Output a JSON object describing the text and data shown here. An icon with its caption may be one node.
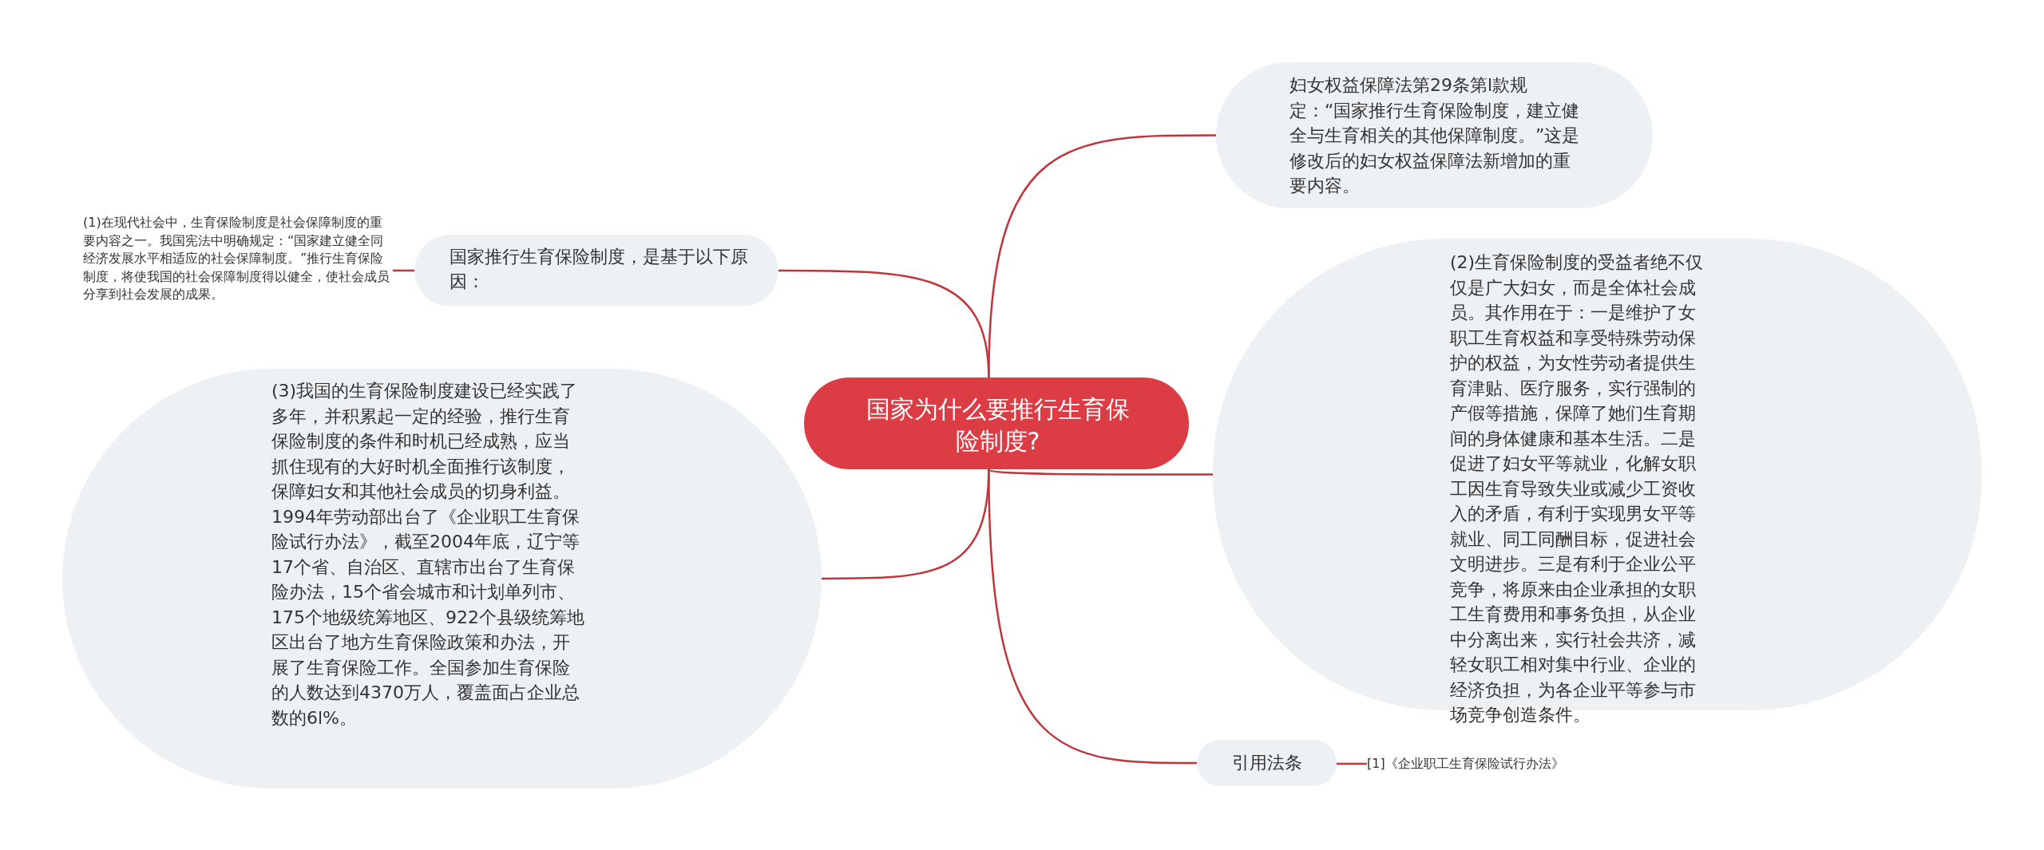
{
  "diagram": {
    "nodes": [
      {
        "text": [
          "国家为什么要推行生育保险制度?"
        ]
      },
      {
        "text": [
          "国家推行生育保险制度，是基于以下原因："
        ]
      },
      {
        "text": [
          "(1)在现代社会中，生育保险制度是社会保障制度的重要内容之一。我国宪法中明确规定：“国家建立健全同经济发展水平相适应的社会保障制度。”推行生育保险制度，将使我国的社会保障制度得以健全，使社会成员分享到社会发展的成果。"
        ]
      },
      {
        "text": [
          "(3)我国的生育保险制度建设已经实践了多年，并积累起一定的经验，推行生育保险制度的条件和时机已经成熟，应当抓住现有的大好时机全面推行该制度，保障妇女和其他社会成员的切身利益。1994年劳动部出台了《企业职工生育保险试行办法》，截至2004年底，辽宁等17个省、自治区、直辖市出台了生育保险办法，15个省会城市和计划单列市、175个地级统筹地区、922个县级统筹地区出台了地方生育保险政策和办法，开展了生育保险工作。全国参加生育保险的人数达到4370万人，覆盖面占企业总数的6l%。"
        ]
      },
      {
        "text": [
          "妇女权益保障法第29条第l款规定：“国家推行生育保险制度，建立健全与生育相关的其他保障制度。”这是修改后的妇女权益保障法新增加的重要内容。"
        ]
      },
      {
        "text": [
          "(2)生育保险制度的受益者绝不仅仅是广大妇女，而是全体社会成员。其作用在于：一是维护了女职工生育权益和享受特殊劳动保护的权益，为女性劳动者提供生育津贴、医疗服务，实行强制的产假等措施，保障了她们生育期间的身体健康和基本生活。二是促进了妇女平等就业，化解女职工因生育导致失业或减少工资收入的矛盾，有利于实现男女平等就业、同工同酬目标，促进社会文明进步。三是有利于企业公平竞争，将原来由企业承担的女职工生育费用和事务负担，从企业中分离出来，实行社会共济，减轻女职工相对集中行业、企业的经济负担，为各企业平等参与市场竞争创造条件。"
        ]
      },
      {
        "text": [
          "引用法条"
        ]
      },
      {
        "text": [
          "[1]《企业职工生育保险试行办法》"
        ]
      }
    ],
    "edges": [
      {
        "from": 0,
        "to": 1,
        "arrow": "none"
      },
      {
        "from": 1,
        "to": 2,
        "arrow": "none"
      },
      {
        "from": 0,
        "to": 3,
        "arrow": "none"
      },
      {
        "from": 0,
        "to": 4,
        "arrow": "none"
      },
      {
        "from": 0,
        "to": 5,
        "arrow": "none"
      },
      {
        "from": 0,
        "to": 6,
        "arrow": "none"
      },
      {
        "from": 6,
        "to": 7,
        "arrow": "none"
      }
    ]
  }
}
